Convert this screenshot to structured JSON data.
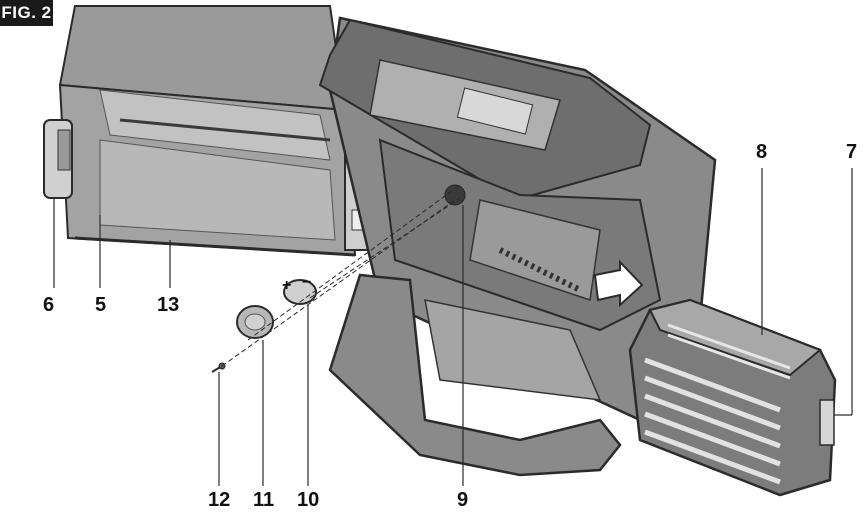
{
  "figure": {
    "label": "FIG. 2"
  },
  "callouts": [
    {
      "id": "6",
      "text": "6"
    },
    {
      "id": "5",
      "text": "5"
    },
    {
      "id": "13",
      "text": "13"
    },
    {
      "id": "12",
      "text": "12"
    },
    {
      "id": "11",
      "text": "11"
    },
    {
      "id": "10",
      "text": "10"
    },
    {
      "id": "9",
      "text": "9"
    },
    {
      "id": "8",
      "text": "8"
    },
    {
      "id": "7",
      "text": "7"
    }
  ],
  "battery_coin": {
    "plus": "+",
    "minus": "−"
  },
  "colors": {
    "body": "#8c8c8c",
    "body_dark": "#5f5f5f",
    "body_light": "#b5b5b5",
    "panel": "#a8a8a8",
    "outline": "#2b2b2b"
  }
}
